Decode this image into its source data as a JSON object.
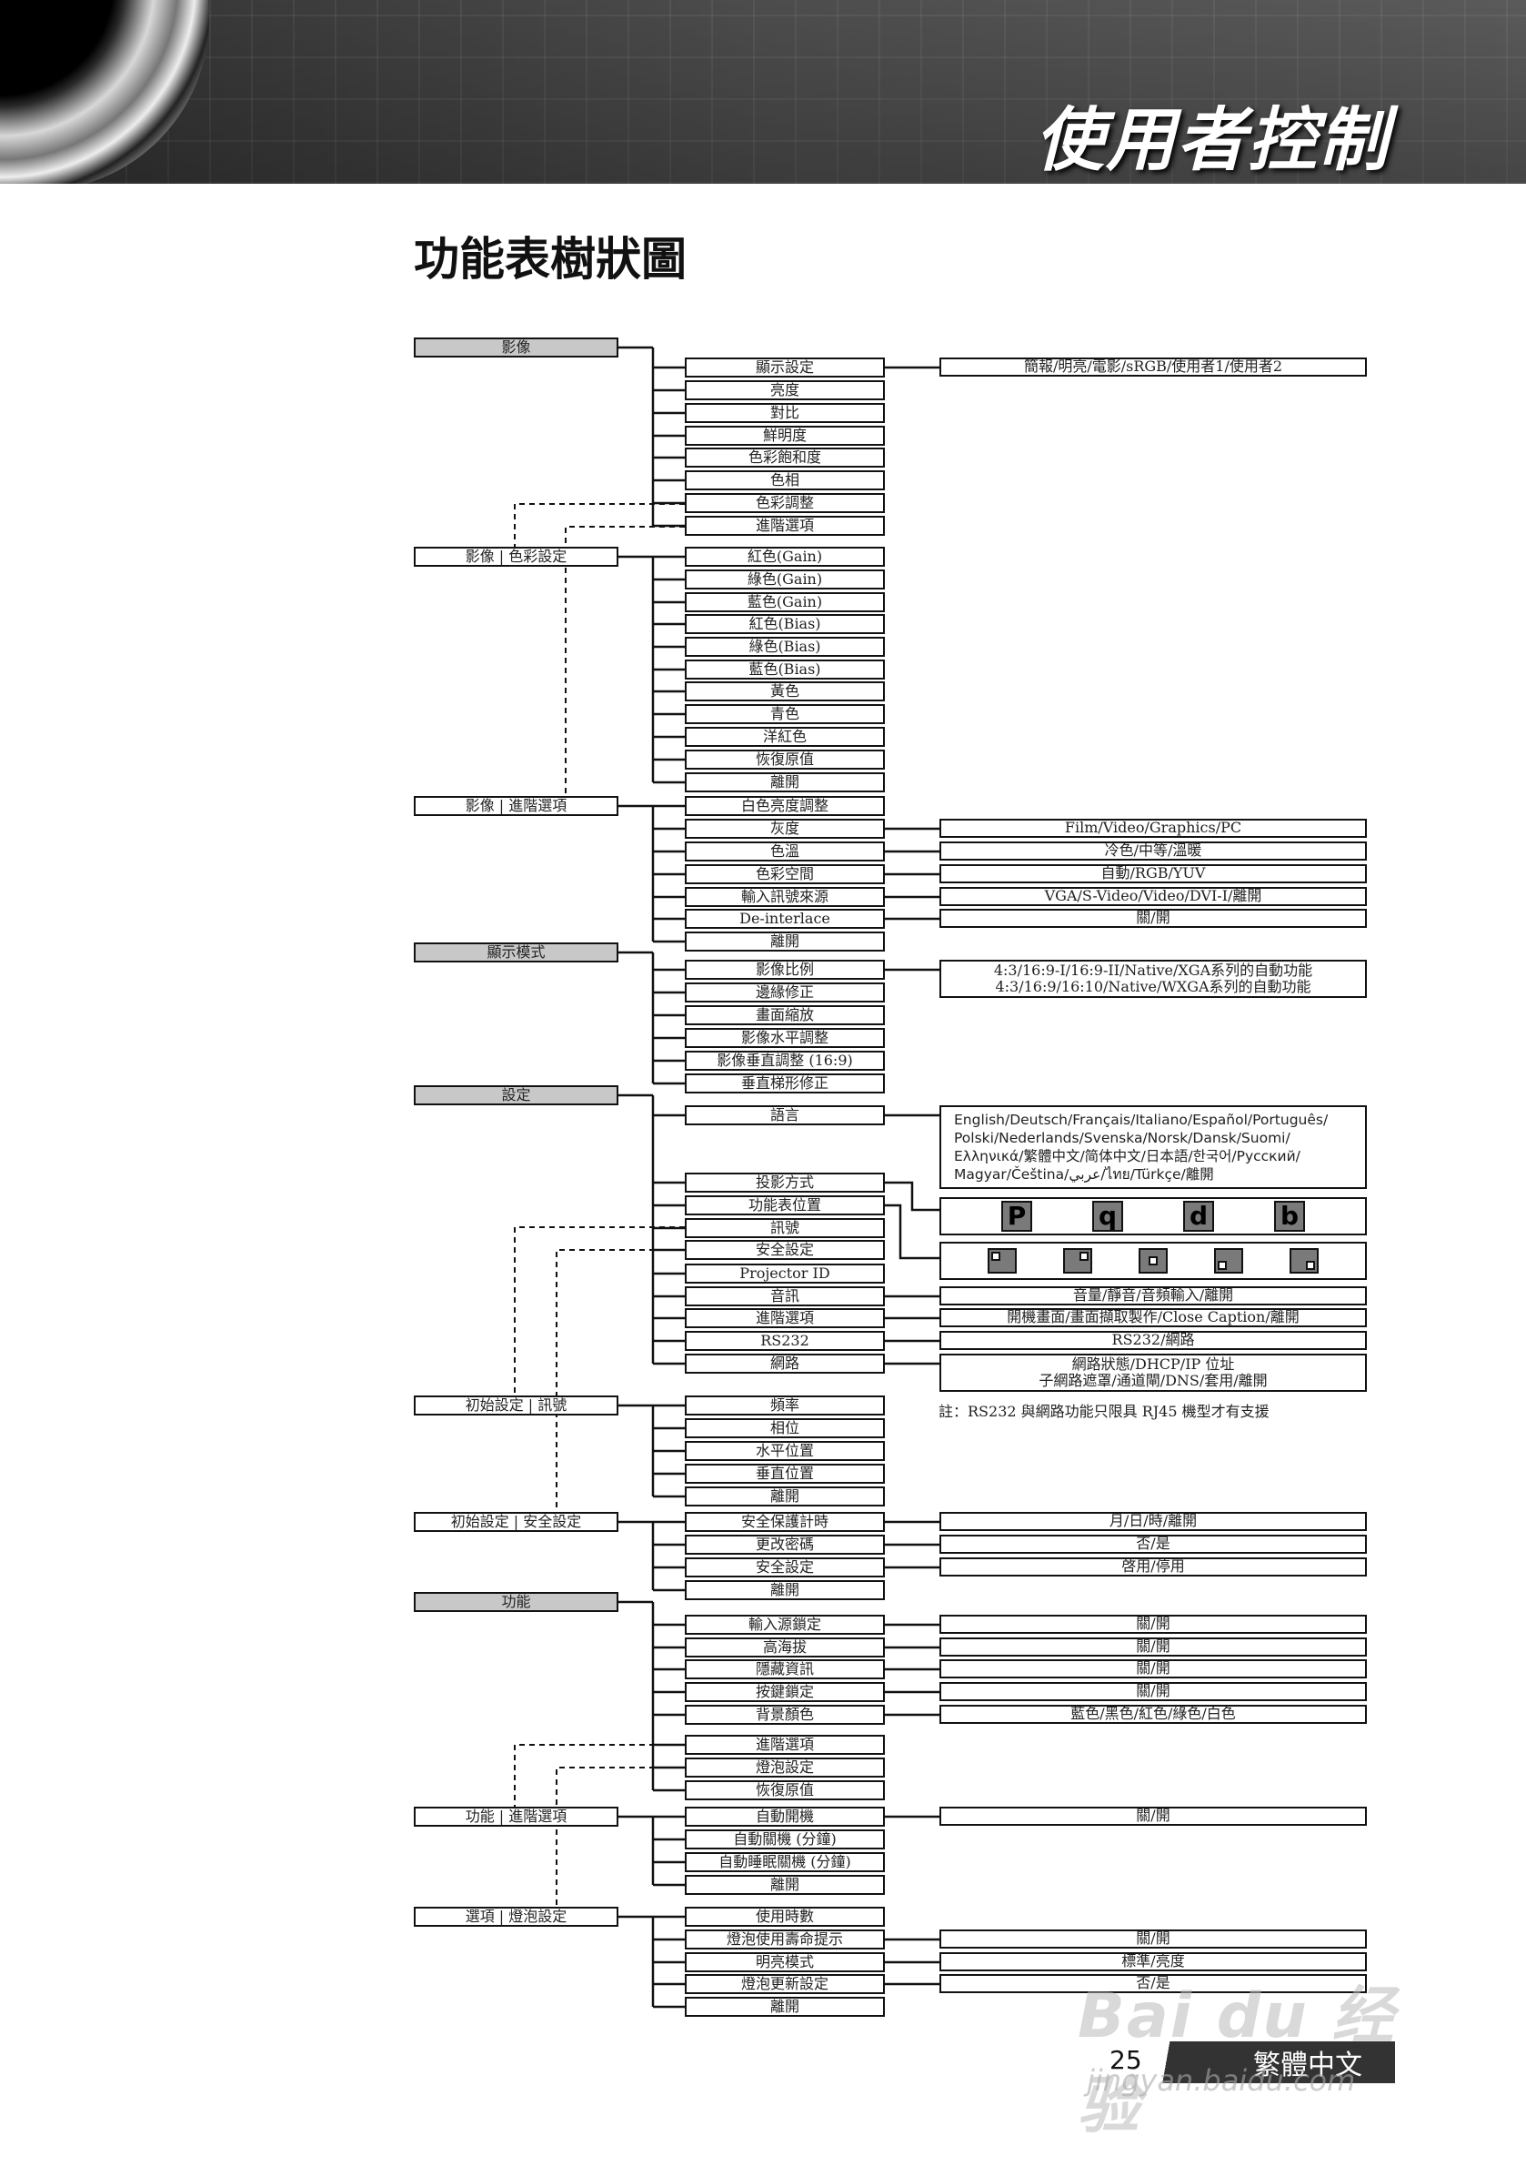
{
  "header": {
    "title": "使用者控制"
  },
  "heading": "功能表樹狀圖",
  "footer": {
    "page_number": "25",
    "language": "繁體中文"
  },
  "watermark": {
    "brand": "Bai du 经验",
    "url": "jingyan.baidu.com"
  },
  "note": "註：RS232 與網路功能只限具 RJ45 機型才有支援",
  "colors": {
    "root_fill": "#c8c8c8",
    "icon_fill": "#7a7a7a",
    "header_bg": "#444444"
  },
  "icons": {
    "projection": [
      "P",
      "q",
      "d",
      "b"
    ],
    "menu_position": [
      "top-left",
      "top-right",
      "center",
      "bottom-left",
      "bottom-right"
    ]
  },
  "sections": [
    {
      "label": "影像",
      "shaded": true,
      "items": [
        {
          "label": "顯示設定",
          "options": [
            "簡報/明亮/電影/sRGB/使用者1/使用者2"
          ]
        },
        {
          "label": "亮度"
        },
        {
          "label": "對比"
        },
        {
          "label": "鮮明度"
        },
        {
          "label": "色彩飽和度"
        },
        {
          "label": "色相"
        },
        {
          "label": "色彩調整"
        },
        {
          "label": "進階選項"
        }
      ]
    },
    {
      "label": "影像 | 色彩設定",
      "shaded": false,
      "items": [
        {
          "label": "紅色(Gain)"
        },
        {
          "label": "綠色(Gain)"
        },
        {
          "label": "藍色(Gain)"
        },
        {
          "label": "紅色(Bias)"
        },
        {
          "label": "綠色(Bias)"
        },
        {
          "label": "藍色(Bias)"
        },
        {
          "label": "黃色"
        },
        {
          "label": "青色"
        },
        {
          "label": "洋紅色"
        },
        {
          "label": "恢復原值"
        },
        {
          "label": "離開"
        }
      ]
    },
    {
      "label": "影像 | 進階選項",
      "shaded": false,
      "items": [
        {
          "label": "白色亮度調整"
        },
        {
          "label": "灰度",
          "options": [
            "Film/Video/Graphics/PC"
          ]
        },
        {
          "label": "色溫",
          "options": [
            "冷色/中等/溫暖"
          ]
        },
        {
          "label": "色彩空間",
          "options": [
            "自動/RGB/YUV"
          ]
        },
        {
          "label": "輸入訊號來源",
          "options": [
            "VGA/S-Video/Video/DVI-I/離開"
          ]
        },
        {
          "label": "De-interlace",
          "options": [
            "關/開"
          ]
        },
        {
          "label": "離開"
        }
      ]
    },
    {
      "label": "顯示模式",
      "shaded": true,
      "items": [
        {
          "label": "影像比例",
          "options": [
            "4:3/16:9-I/16:9-II/Native/XGA系列的自動功能",
            "4:3/16:9/16:10/Native/WXGA系列的自動功能"
          ]
        },
        {
          "label": "邊緣修正"
        },
        {
          "label": "畫面縮放"
        },
        {
          "label": "影像水平調整"
        },
        {
          "label": "影像垂直調整 (16:9)"
        },
        {
          "label": "垂直梯形修正"
        }
      ]
    },
    {
      "label": "設定",
      "shaded": true,
      "items": [
        {
          "label": "語言",
          "options": [
            "English/Deutsch/Français/Italiano/Español/Português/",
            "Polski/Nederlands/Svenska/Norsk/Dansk/Suomi/",
            "Ελληνικά/繁體中文/简体中文/日本語/한국어/Русский/",
            "Magyar/Čeština/عربي/ไทย/Türkçe/離開"
          ]
        },
        {
          "label": "投影方式"
        },
        {
          "label": "功能表位置"
        },
        {
          "label": "訊號"
        },
        {
          "label": "安全設定"
        },
        {
          "label": "Projector ID"
        },
        {
          "label": "音訊",
          "options": [
            "音量/靜音/音頻輸入/離開"
          ]
        },
        {
          "label": "進階選項",
          "options": [
            "開機畫面/畫面擷取製作/Close Caption/離開"
          ]
        },
        {
          "label": "RS232",
          "options": [
            "RS232/網路"
          ]
        },
        {
          "label": "網路",
          "options": [
            "網路狀態/DHCP/IP 位址",
            "子網路遮罩/通道閘/DNS/套用/離開"
          ]
        }
      ]
    },
    {
      "label": "初始設定 | 訊號",
      "shaded": false,
      "items": [
        {
          "label": "頻率"
        },
        {
          "label": "相位"
        },
        {
          "label": "水平位置"
        },
        {
          "label": "垂直位置"
        },
        {
          "label": "離開"
        }
      ]
    },
    {
      "label": "初始設定 | 安全設定",
      "shaded": false,
      "items": [
        {
          "label": "安全保護計時",
          "options": [
            "月/日/時/離開"
          ]
        },
        {
          "label": "更改密碼",
          "options": [
            "否/是"
          ]
        },
        {
          "label": "安全設定",
          "options": [
            "啓用/停用"
          ]
        },
        {
          "label": "離開"
        }
      ]
    },
    {
      "label": "功能",
      "shaded": true,
      "items": [
        {
          "label": "輸入源鎖定",
          "options": [
            "關/開"
          ]
        },
        {
          "label": "高海拔",
          "options": [
            "關/開"
          ]
        },
        {
          "label": "隱藏資訊",
          "options": [
            "關/開"
          ]
        },
        {
          "label": "按鍵鎖定",
          "options": [
            "關/開"
          ]
        },
        {
          "label": "背景顏色",
          "options": [
            "藍色/黑色/紅色/綠色/白色"
          ]
        },
        {
          "label": "進階選項"
        },
        {
          "label": "燈泡設定"
        },
        {
          "label": "恢復原值"
        }
      ]
    },
    {
      "label": "功能 | 進階選項",
      "shaded": false,
      "items": [
        {
          "label": "自動開機",
          "options": [
            "關/開"
          ]
        },
        {
          "label": "自動關機 (分鐘)"
        },
        {
          "label": "自動睡眠關機 (分鐘)"
        },
        {
          "label": "離開"
        }
      ]
    },
    {
      "label": "選項 | 燈泡設定",
      "shaded": false,
      "items": [
        {
          "label": "使用時數"
        },
        {
          "label": "燈泡使用壽命提示",
          "options": [
            "關/開"
          ]
        },
        {
          "label": "明亮模式",
          "options": [
            "標準/亮度"
          ]
        },
        {
          "label": "燈泡更新設定",
          "options": [
            "否/是"
          ]
        },
        {
          "label": "離開"
        }
      ]
    }
  ]
}
